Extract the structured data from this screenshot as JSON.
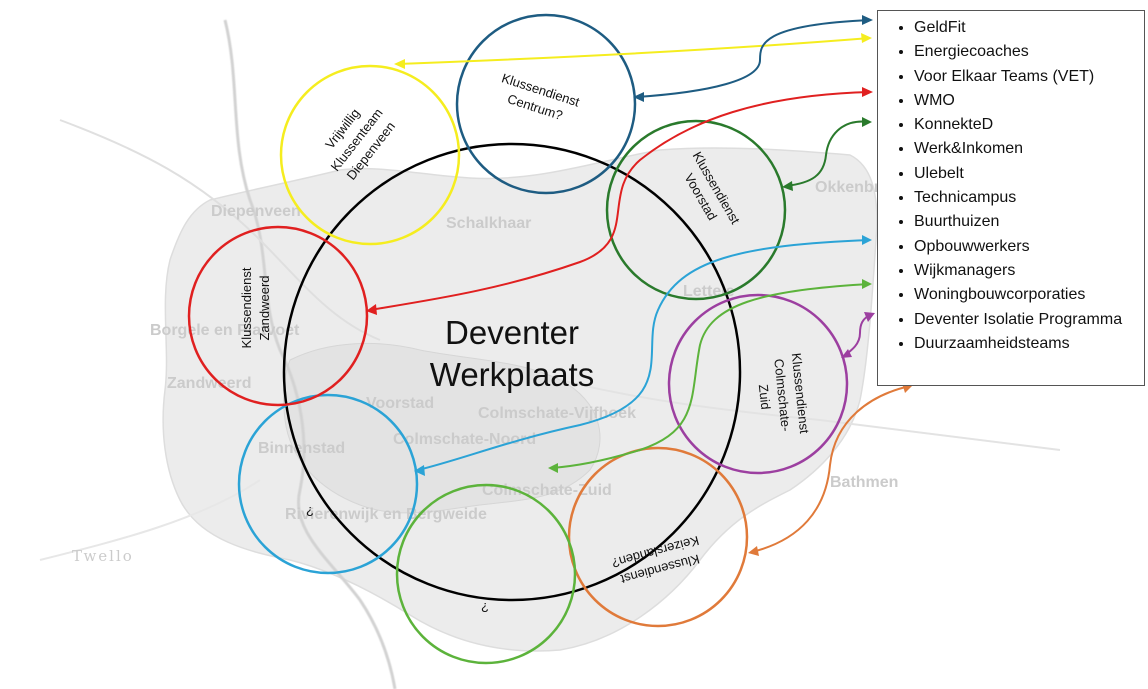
{
  "center": {
    "line1": "Deventer",
    "line2": "Werkplaats"
  },
  "circles": [
    {
      "id": "diepenveen",
      "color": "#f5ed1f",
      "lines": [
        "Vrijwillig",
        "Klussenteam",
        "Diepenveen"
      ]
    },
    {
      "id": "centrum",
      "color": "#1e5c82",
      "lines": [
        "Klussendienst",
        "Centrum?"
      ]
    },
    {
      "id": "voorstad",
      "color": "#2a7a2c",
      "lines": [
        "Klussendienst",
        "Voorstad"
      ]
    },
    {
      "id": "colmschate",
      "color": "#9c3fa0",
      "lines": [
        "Klussendienst",
        "Colmschate-",
        "Zuid"
      ]
    },
    {
      "id": "keizerslanden",
      "color": "#e07a3a",
      "lines": [
        "Klussendienst",
        "Keizerslanden?"
      ]
    },
    {
      "id": "south",
      "color": "#5cb33b",
      "lines": [
        "¿"
      ]
    },
    {
      "id": "binnenstad",
      "color": "#2ba3d6",
      "lines": [
        "¿"
      ]
    },
    {
      "id": "zandweerd",
      "color": "#e02020",
      "lines": [
        "Klussendienst",
        "Zandweerd"
      ]
    }
  ],
  "partners": [
    "GeldFit",
    "Energiecoaches",
    "Voor Elkaar Teams (VET)",
    "WMO",
    "KonnekteD",
    "Werk&Inkomen",
    "Ulebelt",
    "Technicampus",
    "Buurthuizen",
    "Opbouwwerkers",
    "Wijkmanagers",
    "Woningbouwcorporaties",
    "Deventer Isolatie Programma",
    "Duurzaamheidsteams"
  ],
  "map_labels": {
    "diepenveen": "Diepenveen",
    "schalkhaar": "Schalkhaar",
    "okkenbroek": "Okkenbroek",
    "lettele": "Lettele",
    "borgele": "Borgele en Platvoet",
    "zandweerd": "Zandweerd",
    "voorstad": "Voorstad",
    "vijfhoek": "Colmschate-Vijfhoek",
    "colm_noord": "Colmschate-Noord",
    "binnenstad": "Binnenstad",
    "colm_zuid": "Colmschate-Zuid",
    "rivierenwijk": "Rivierenwijk en Bergweide",
    "bathmen": "Bathmen",
    "twello": "Twello"
  }
}
